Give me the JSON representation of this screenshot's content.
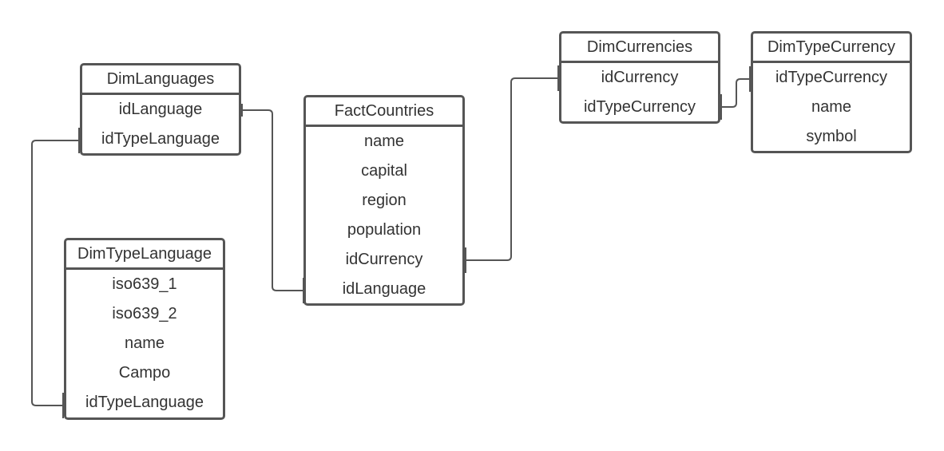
{
  "entities": {
    "dim_languages": {
      "title": "DimLanguages",
      "fields": [
        "idLanguage",
        "idTypeLanguage"
      ]
    },
    "dim_type_language": {
      "title": "DimTypeLanguage",
      "fields": [
        "iso639_1",
        "iso639_2",
        "name",
        "Campo",
        "idTypeLanguage"
      ]
    },
    "fact_countries": {
      "title": "FactCountries",
      "fields": [
        "name",
        "capital",
        "region",
        "population",
        "idCurrency",
        "idLanguage"
      ]
    },
    "dim_currencies": {
      "title": "DimCurrencies",
      "fields": [
        "idCurrency",
        "idTypeCurrency"
      ]
    },
    "dim_type_currency": {
      "title": "DimTypeCurrency",
      "fields": [
        "idTypeCurrency",
        "name",
        "symbol"
      ]
    }
  },
  "relationships": [
    {
      "from": "DimLanguages.idLanguage",
      "to": "FactCountries.idLanguage"
    },
    {
      "from": "DimLanguages.idTypeLanguage",
      "to": "DimTypeLanguage.idTypeLanguage"
    },
    {
      "from": "FactCountries.idCurrency",
      "to": "DimCurrencies.idCurrency"
    },
    {
      "from": "DimCurrencies.idTypeCurrency",
      "to": "DimTypeCurrency.idTypeCurrency"
    }
  ],
  "colors": {
    "stroke": "#555555",
    "text": "#333333",
    "background": "#ffffff"
  }
}
